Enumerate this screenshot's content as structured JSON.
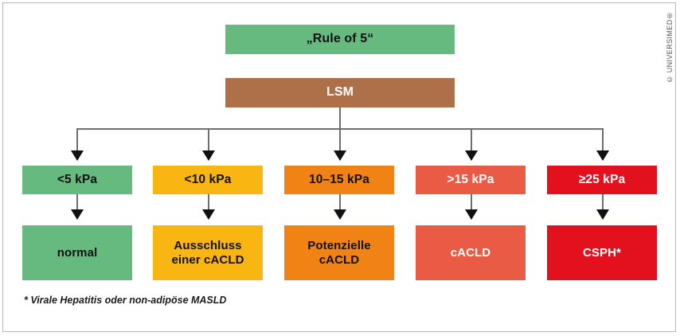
{
  "figure": {
    "title_box": {
      "label": "„Rule of 5“",
      "color": "#66b97f",
      "text_color": "#111111"
    },
    "measure_box": {
      "label": "LSM",
      "color": "#ad7049",
      "text_color": "#ffffff"
    },
    "columns": [
      {
        "threshold": "<5 kPa",
        "result": "normal",
        "color": "#66b97f",
        "text_color": "#111111"
      },
      {
        "threshold": "<10 kPa",
        "result": "Ausschluss\neiner cACLD",
        "result_line1": "Ausschluss",
        "result_line2": "einer cACLD",
        "color": "#f9b512",
        "text_color": "#111111"
      },
      {
        "threshold": "10–15 kPa",
        "result": "Potenzielle\ncACLD",
        "result_line1": "Potenzielle",
        "result_line2": "cACLD",
        "color": "#f08313",
        "text_color": "#111111"
      },
      {
        "threshold": ">15 kPa",
        "result": "cACLD",
        "color": "#ea5b45",
        "text_color": "#ffffff"
      },
      {
        "threshold": "≥25 kPa",
        "result": "CSPH*",
        "color": "#e2111d",
        "text_color": "#ffffff"
      }
    ],
    "footnote": "* Virale Hepatitis oder non-adipöse MASLD",
    "copyright": "© UNIVERSIMED®",
    "connector_color": "#6f6f6f",
    "arrow_color": "#111111"
  }
}
